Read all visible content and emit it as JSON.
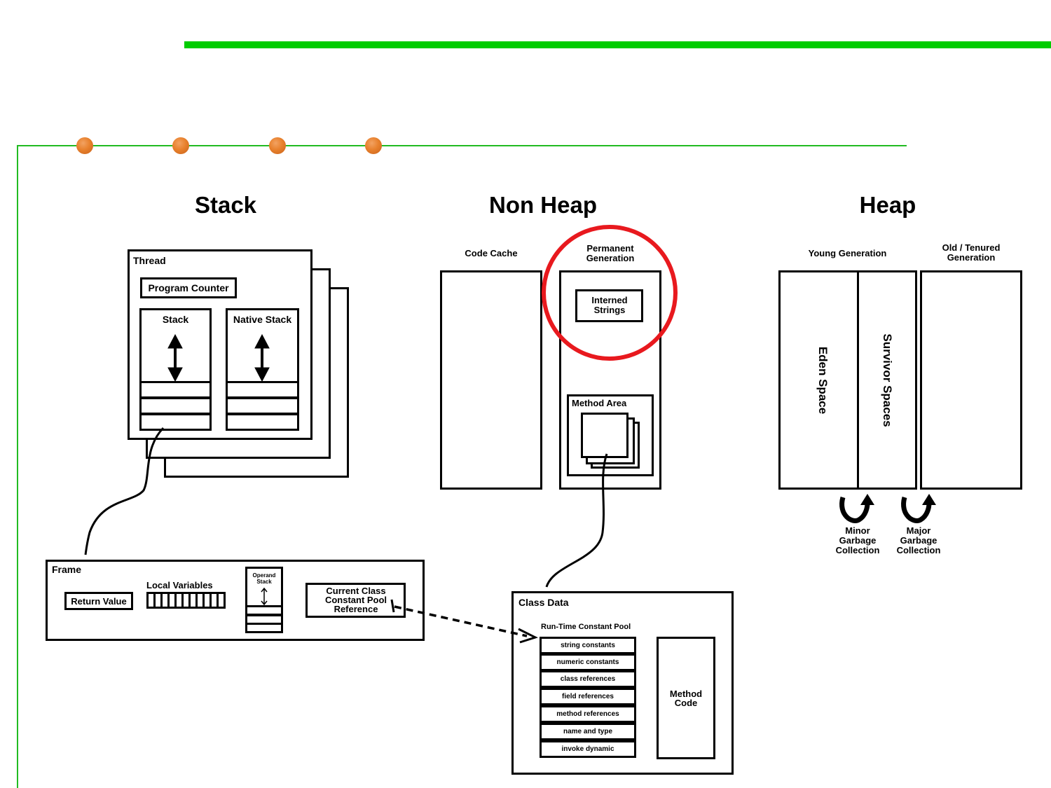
{
  "colors": {
    "accent_bar": "#00cc00",
    "timeline": "#22bb22",
    "timeline_dot": "#e8812d",
    "highlight_circle": "#e8191e"
  },
  "sections": {
    "stack": "Stack",
    "non_heap": "Non Heap",
    "heap": "Heap"
  },
  "thread": {
    "label": "Thread",
    "program_counter": "Program Counter",
    "stack": "Stack",
    "native_stack": "Native Stack"
  },
  "frame": {
    "label": "Frame",
    "return_value": "Return Value",
    "local_variables": "Local Variables",
    "operand_stack": "Operand Stack",
    "constant_pool_ref": "Current Class Constant Pool Reference"
  },
  "non_heap": {
    "code_cache": "Code Cache",
    "permanent_generation": "Permanent Generation",
    "interned_strings": "Interned Strings",
    "method_area": "Method Area"
  },
  "class_data": {
    "label": "Class Data",
    "runtime_pool": "Run-Time Constant Pool",
    "pool_items": [
      "string constants",
      "numeric constants",
      "class references",
      "field references",
      "method references",
      "name and type",
      "invoke dynamic"
    ],
    "method_code": "Method Code"
  },
  "heap": {
    "young_generation": "Young Generation",
    "old_generation": "Old / Tenured Generation",
    "eden_space": "Eden Space",
    "survivor_spaces": "Survivor Spaces",
    "minor_gc": "Minor Garbage Collection",
    "major_gc": "Major Garbage Collection"
  }
}
